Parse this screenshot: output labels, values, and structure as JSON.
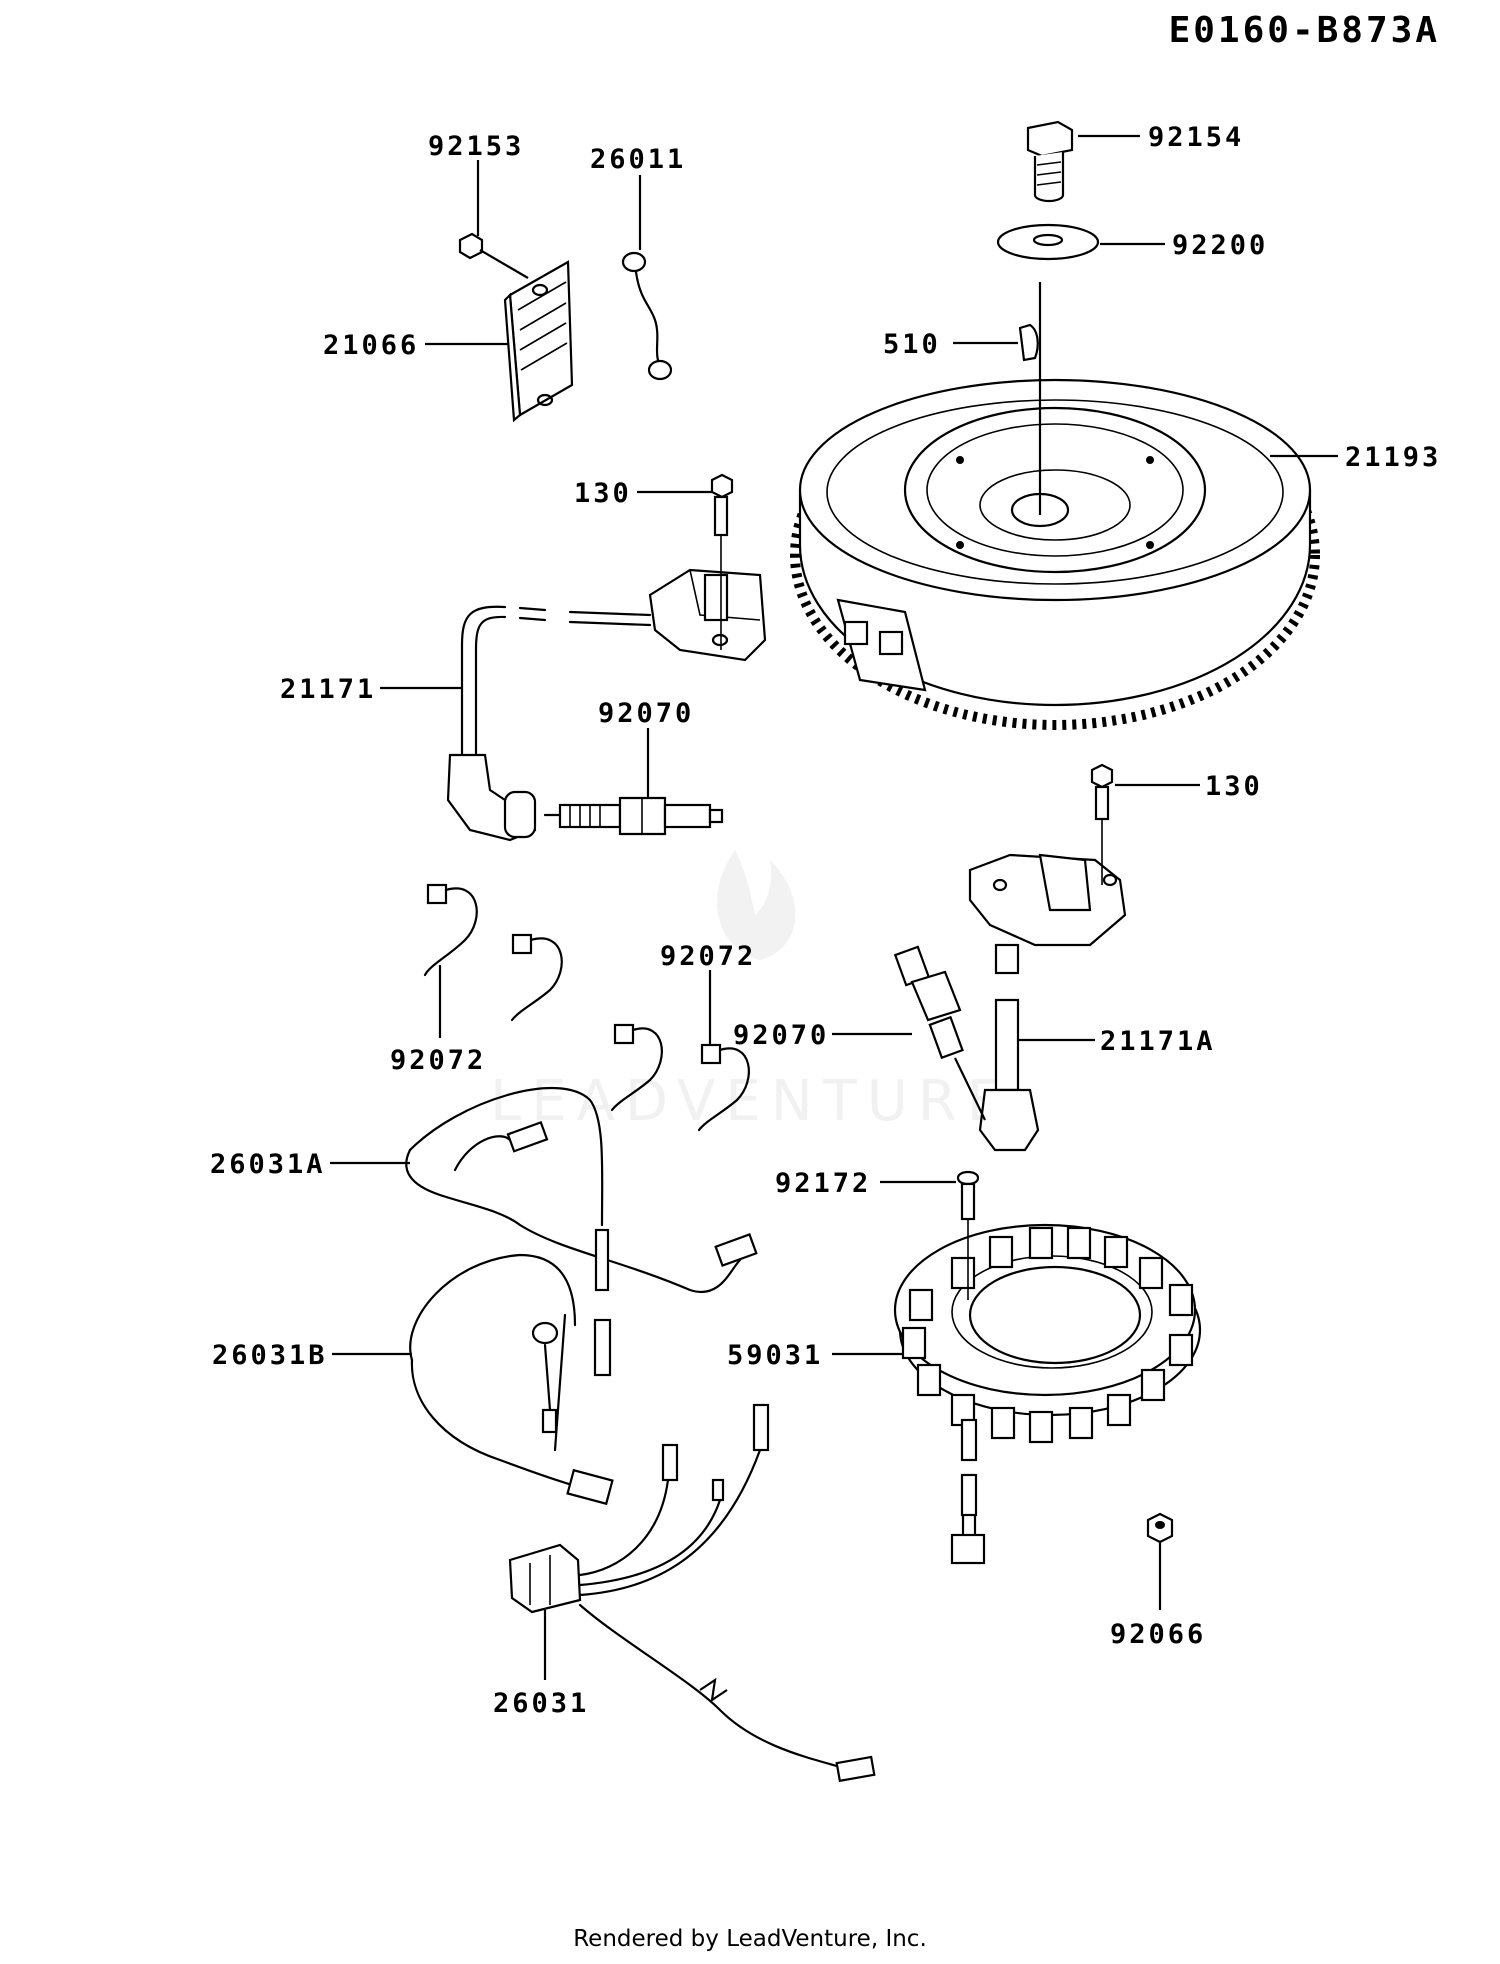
{
  "diagram_code": "E0160-B873A",
  "footer": "Rendered by LeadVenture, Inc.",
  "watermark": "LEADVENTURE",
  "parts": [
    {
      "id": "92154"
    },
    {
      "id": "92200"
    },
    {
      "id": "510"
    },
    {
      "id": "21193"
    },
    {
      "id": "92153"
    },
    {
      "id": "26011"
    },
    {
      "id": "21066"
    },
    {
      "id": "130"
    },
    {
      "id": "21171"
    },
    {
      "id": "92070"
    },
    {
      "id": "130"
    },
    {
      "id": "92072"
    },
    {
      "id": "92072"
    },
    {
      "id": "92070"
    },
    {
      "id": "21171A"
    },
    {
      "id": "26031A"
    },
    {
      "id": "92172"
    },
    {
      "id": "26031B"
    },
    {
      "id": "59031"
    },
    {
      "id": "92066"
    },
    {
      "id": "26031"
    }
  ]
}
